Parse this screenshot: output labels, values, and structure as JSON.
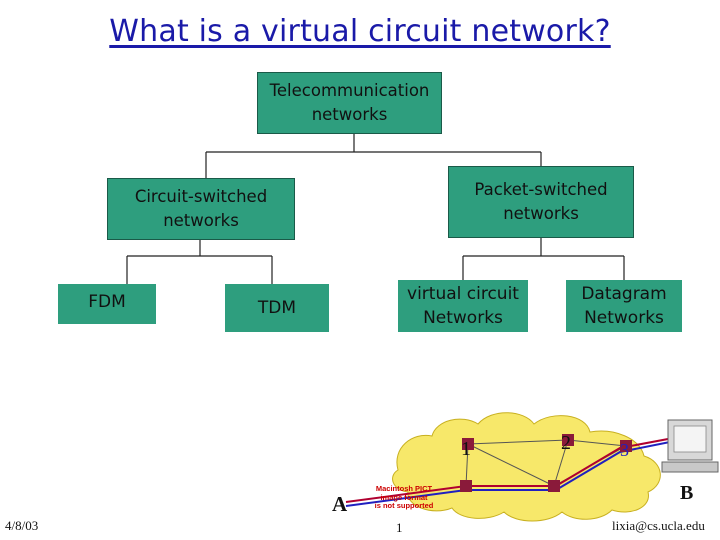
{
  "title": "What is a virtual circuit network?",
  "tree": {
    "root": "Telecommunication\nnetworks",
    "circuit": "Circuit-switched\nnetworks",
    "packet": "Packet-switched\nnetworks",
    "fdm": "FDM",
    "tdm": "TDM",
    "virtual_circuit": "virtual circuit\nNetworks",
    "datagram": "Datagram\nNetworks"
  },
  "network_graphic": {
    "node_a": "A",
    "node_b": "B",
    "router_1": "1",
    "router_2": "2",
    "router_3": "3",
    "pict_notice": "Macintosh PICT\nimage format\nis not supported"
  },
  "footer": {
    "date": "4/8/03",
    "page": "1",
    "email": "lixia@cs.ucla.edu"
  },
  "colors": {
    "box_fill": "#2e9e7e",
    "title": "#1a1aa8",
    "cloud": "#f7e86a",
    "router": "#8a1a3a",
    "path_red": "#b00030",
    "path_blue": "#2020c0"
  }
}
